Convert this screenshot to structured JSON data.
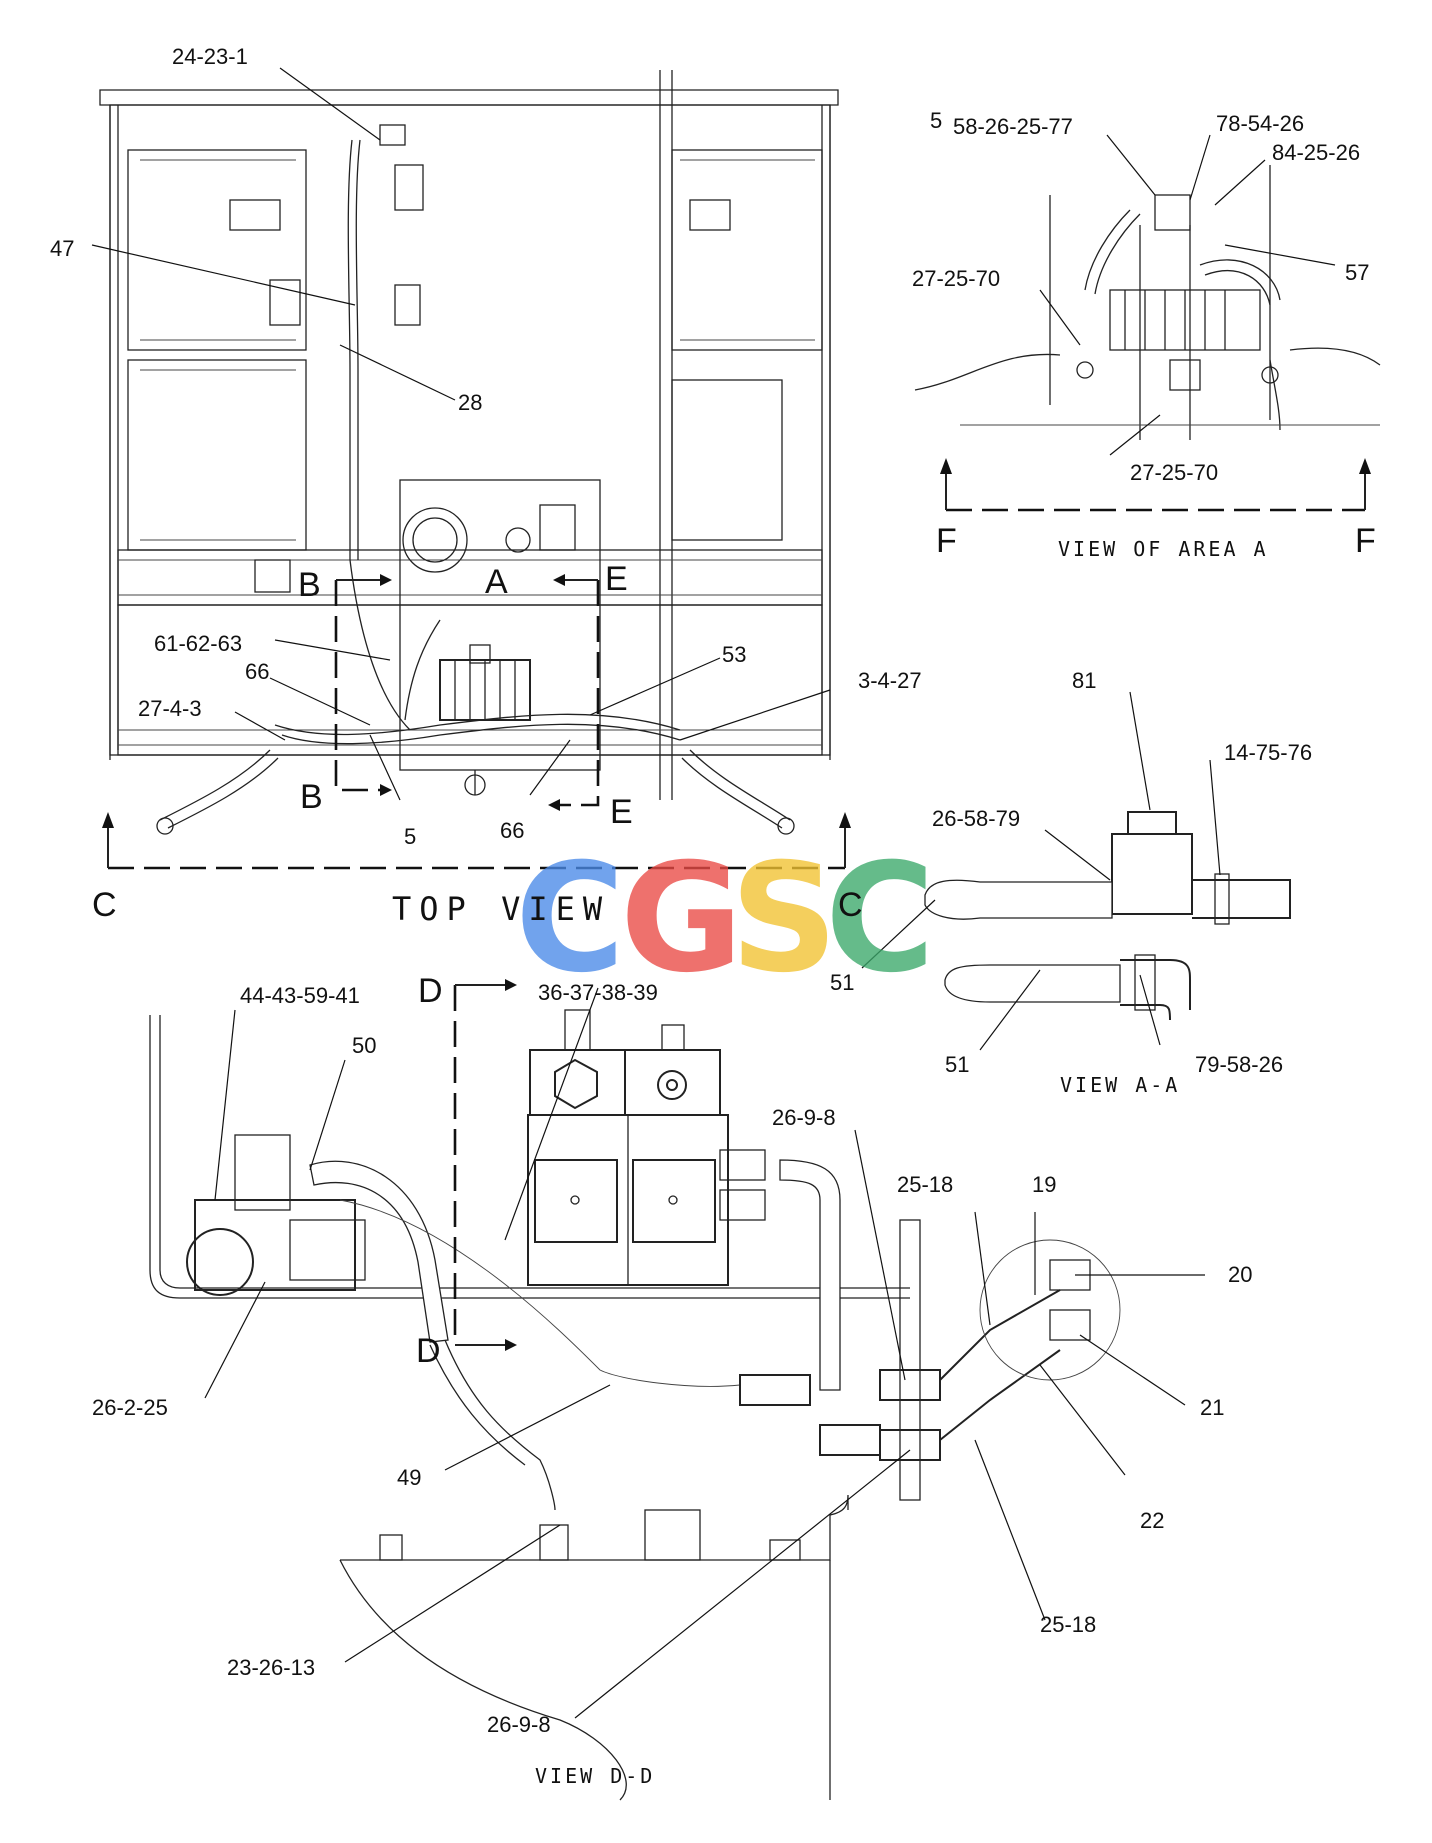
{
  "labels": {
    "l_24_23_1": "24-23-1",
    "l_47": "47",
    "l_28": "28",
    "l_B_top": "B",
    "l_A": "A",
    "l_E_top": "E",
    "l_61_62_63": "61-62-63",
    "l_66a": "66",
    "l_53": "53",
    "l_3_4_27": "3-4-27",
    "l_27_4_3": "27-4-3",
    "l_B_bot": "B",
    "l_E_bot": "E",
    "l_5": "5",
    "l_66b": "66",
    "l_C_left": "C",
    "l_C_right": "C",
    "l_5_area": "5",
    "l_58_26_25_77": "58-26-25-77",
    "l_78_54_26": "78-54-26",
    "l_84_25_26": "84-25-26",
    "l_27_25_70_a": "27-25-70",
    "l_57": "57",
    "l_27_25_70_b": "27-25-70",
    "l_F_left": "F",
    "l_F_right": "F",
    "l_81": "81",
    "l_14_75_76": "14-75-76",
    "l_26_58_79": "26-58-79",
    "l_51_a": "51",
    "l_51_b": "51",
    "l_79_58_26": "79-58-26",
    "l_D_top": "D",
    "l_36_37_38_39": "36-37-38-39",
    "l_44_43_59_41": "44-43-59-41",
    "l_50": "50",
    "l_26_9_8_a": "26-9-8",
    "l_25_18_a": "25-18",
    "l_19": "19",
    "l_20": "20",
    "l_21": "21",
    "l_22": "22",
    "l_26_2_25": "26-2-25",
    "l_D_bot": "D",
    "l_49": "49",
    "l_25_18_b": "25-18",
    "l_23_26_13": "23-26-13",
    "l_26_9_8_b": "26-9-8"
  },
  "titles": {
    "top_view": "TOP VIEW",
    "view_area_a": "VIEW OF AREA A",
    "view_a_a": "VIEW A-A",
    "view_d_d": "VIEW D-D"
  },
  "watermark": {
    "letters": [
      "C",
      "G",
      "S",
      "C"
    ],
    "colors": [
      "#4a8ae8",
      "#ea4a45",
      "#f2c230",
      "#3aa86a"
    ]
  }
}
